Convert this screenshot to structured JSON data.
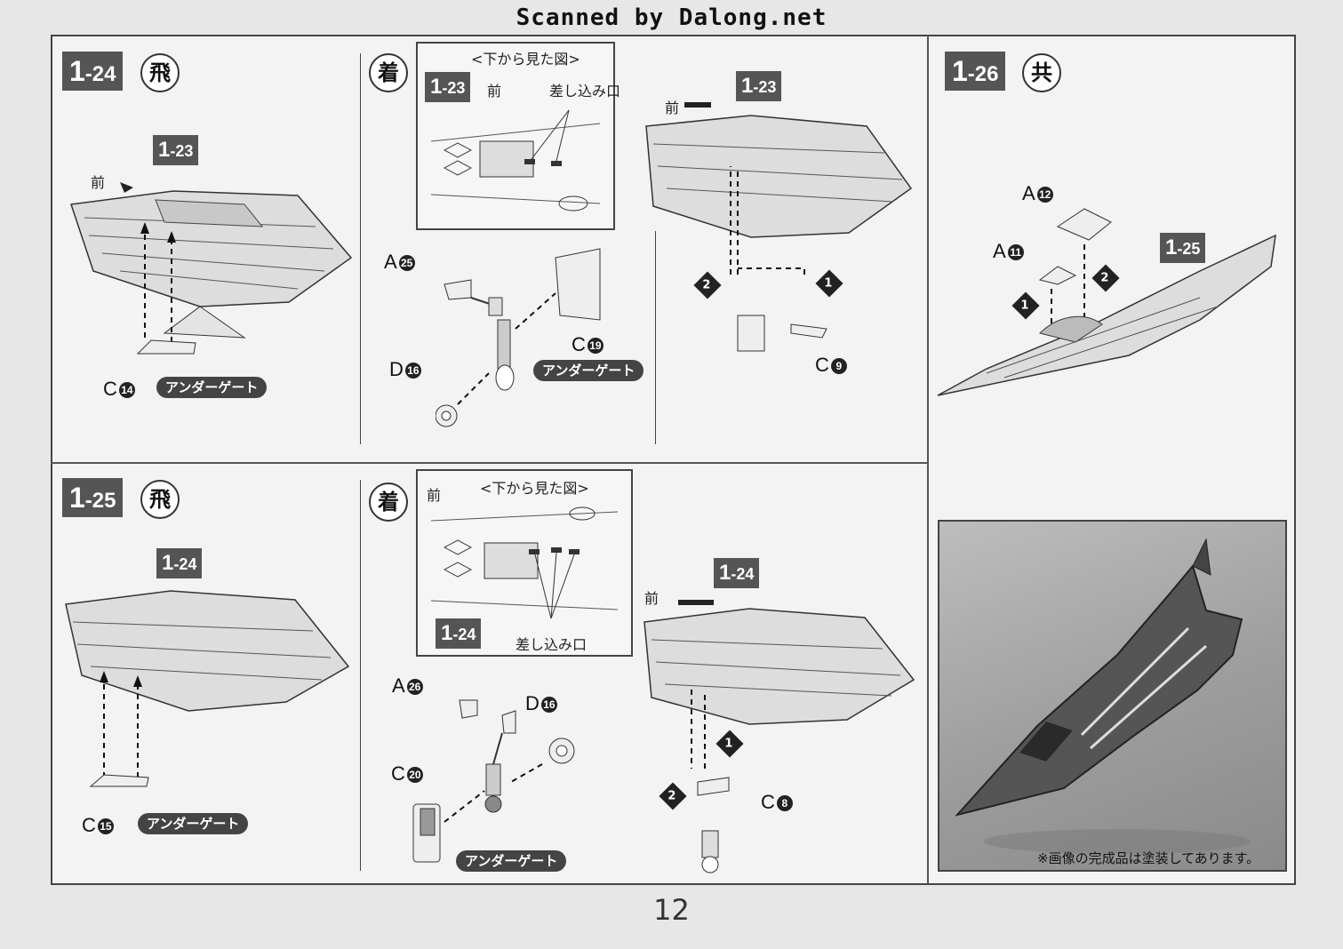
{
  "header": {
    "scan_credit": "Scanned by Dalong.net"
  },
  "page_number": "12",
  "steps": {
    "s124": {
      "num": "1",
      "sub": "-24",
      "badge": "飛",
      "ref": {
        "num": "1",
        "sub": "-23"
      },
      "front": "前",
      "part": "C",
      "part_num": "14",
      "gate": "アンダーゲート"
    },
    "s124b": {
      "badge": "着",
      "inset": {
        "title": "<下から見た図>",
        "ref": {
          "num": "1",
          "sub": "-23"
        },
        "front": "前",
        "slot": "差し込み口"
      },
      "ref": {
        "num": "1",
        "sub": "-23"
      },
      "front": "前",
      "parts": [
        {
          "letter": "A",
          "num": "25"
        },
        {
          "letter": "C",
          "num": "19"
        },
        {
          "letter": "D",
          "num": "16"
        },
        {
          "letter": "C",
          "num": "9"
        }
      ],
      "gate": "アンダーゲート",
      "order1": "1",
      "order2": "2"
    },
    "s126": {
      "num": "1",
      "sub": "-26",
      "badge": "共",
      "ref": {
        "num": "1",
        "sub": "-25"
      },
      "parts": [
        {
          "letter": "A",
          "num": "12"
        },
        {
          "letter": "A",
          "num": "11"
        }
      ],
      "order1": "1",
      "order2": "2"
    },
    "s125": {
      "num": "1",
      "sub": "-25",
      "badge": "飛",
      "ref": {
        "num": "1",
        "sub": "-24"
      },
      "part": "C",
      "part_num": "15",
      "gate": "アンダーゲート"
    },
    "s125b": {
      "badge": "着",
      "inset": {
        "title": "<下から見た図>",
        "ref": {
          "num": "1",
          "sub": "-24"
        },
        "front": "前",
        "slot": "差し込み口"
      },
      "ref": {
        "num": "1",
        "sub": "-24"
      },
      "front": "前",
      "parts": [
        {
          "letter": "A",
          "num": "26"
        },
        {
          "letter": "D",
          "num": "16"
        },
        {
          "letter": "C",
          "num": "20"
        },
        {
          "letter": "C",
          "num": "8"
        }
      ],
      "gate": "アンダーゲート",
      "order1": "1",
      "order2": "2"
    }
  },
  "photo_note": "※画像の完成品は塗装してあります。"
}
